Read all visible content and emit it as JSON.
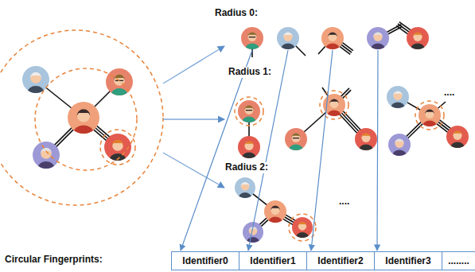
{
  "diagram": {
    "nodes": [
      {
        "text": [
          "Identifier0"
        ]
      },
      {
        "text": [
          "Identifier1"
        ]
      },
      {
        "text": [
          "Identifier2"
        ]
      },
      {
        "text": [
          "Identifier3"
        ]
      },
      {
        "text": [
          "........"
        ]
      }
    ],
    "labels": [
      "Radius 0:",
      "Radius 1:",
      "Radius 2:",
      "....",
      "....",
      "Circular Fingerprints:"
    ]
  }
}
